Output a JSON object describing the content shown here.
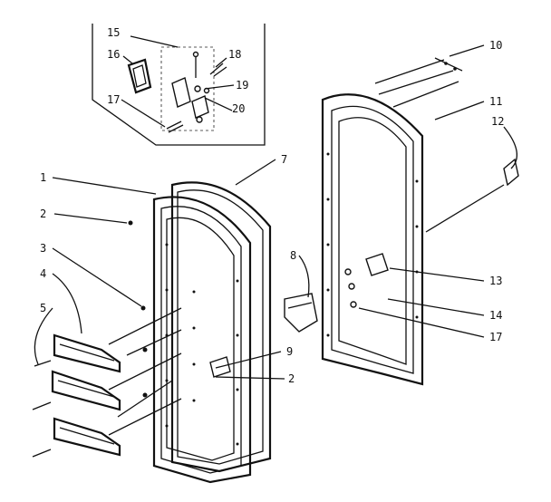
{
  "diagram": {
    "labels": {
      "l1": "1",
      "l2a": "2",
      "l2b": "2",
      "l3": "3",
      "l4": "4",
      "l5": "5",
      "l7": "7",
      "l8": "8",
      "l9": "9",
      "l10": "10",
      "l11": "11",
      "l12": "12",
      "l13": "13",
      "l14": "14",
      "l15": "15",
      "l16": "16",
      "l17a": "17",
      "l17b": "17",
      "l18": "18",
      "l19": "19",
      "l20": "20"
    }
  }
}
